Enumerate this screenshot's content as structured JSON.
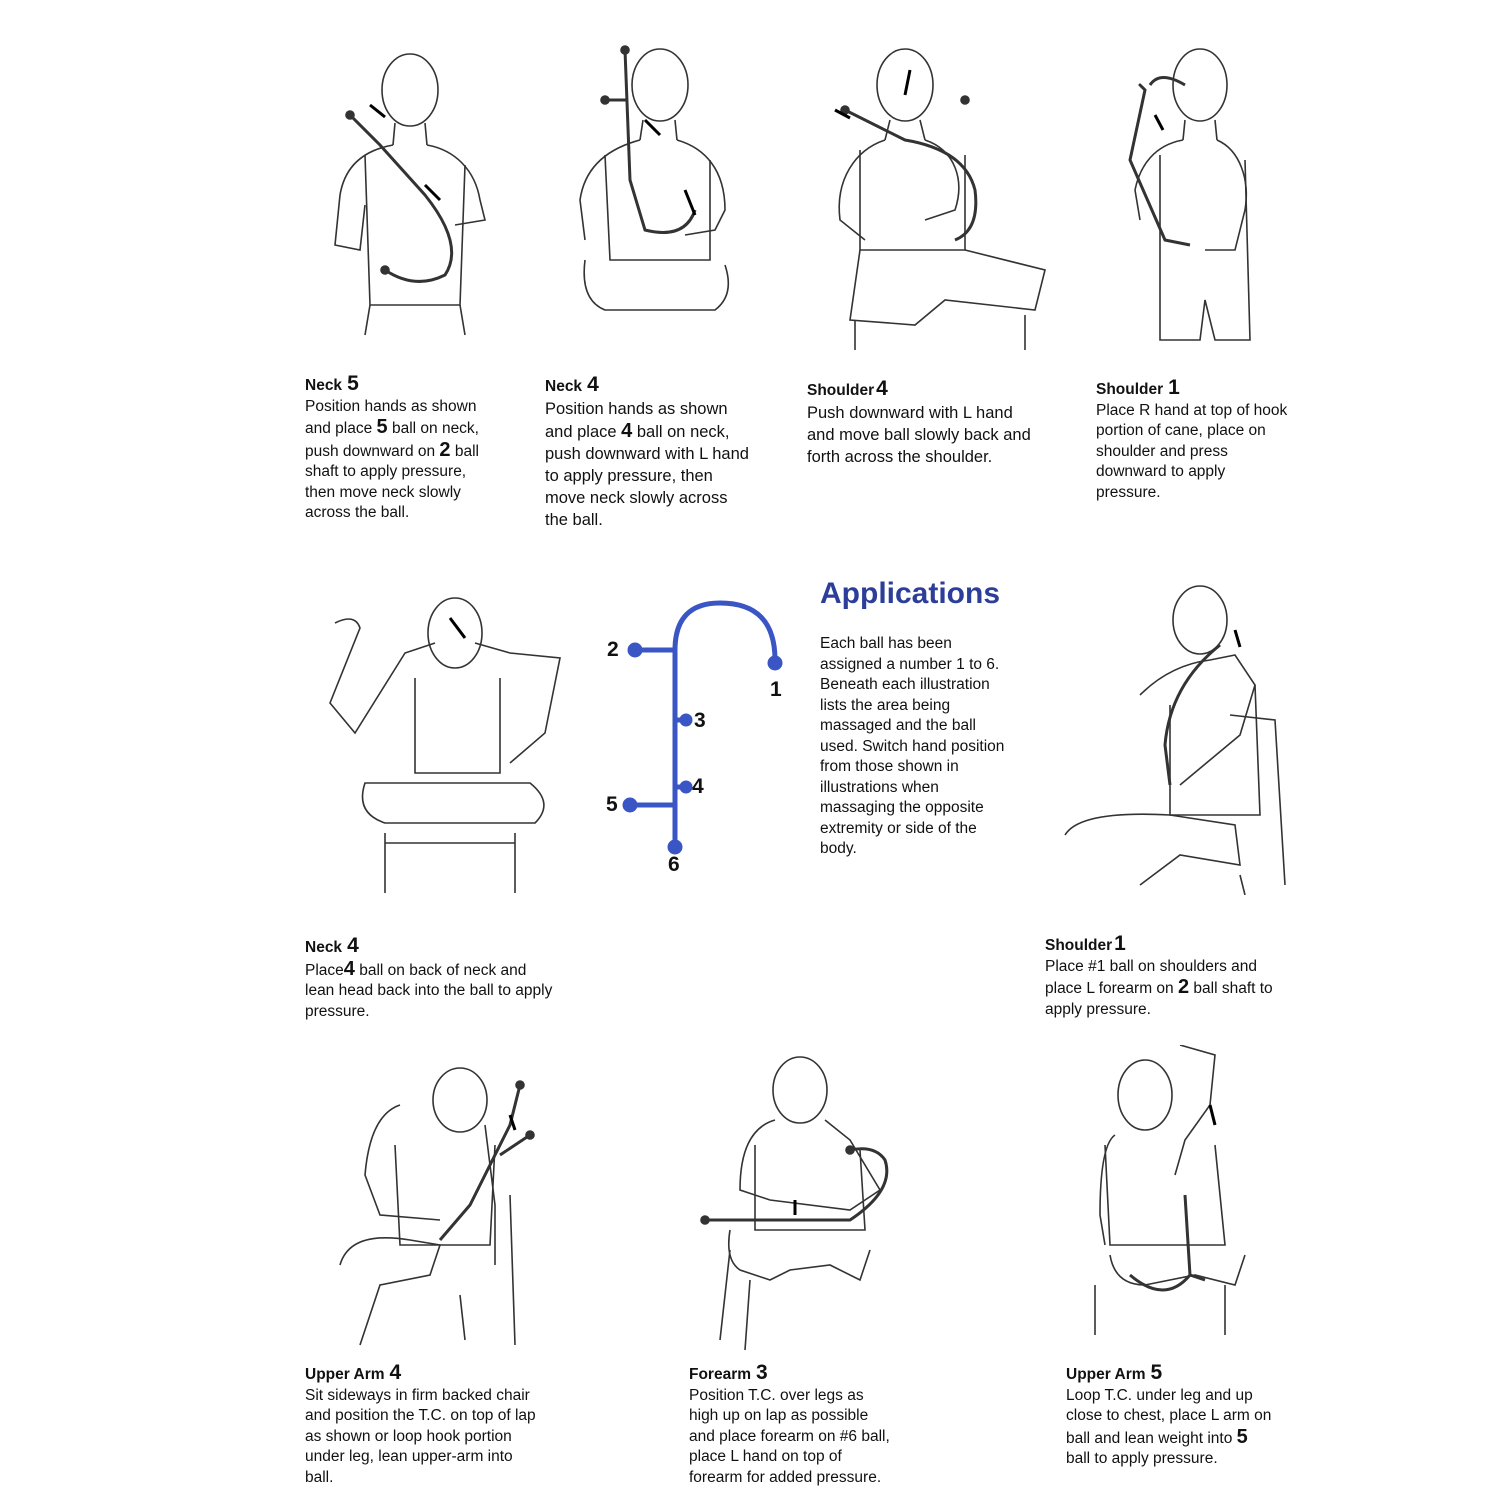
{
  "applications": {
    "title": "Applications",
    "body": "Each ball has been\nassigned a number 1 to 6.\nBeneath each illustration\nlists the area being\nmassaged and the ball\nused. Switch hand position\nfrom those shown in\nillustrations when\nmassaging the opposite\nextremity or side of the\nbody."
  },
  "cane": {
    "color": "#3a56c5",
    "labels": [
      "1",
      "2",
      "3",
      "4",
      "5",
      "6"
    ]
  },
  "cards": [
    {
      "title": "Neck",
      "num": "5",
      "b1": "Position hands as shown\nand place ",
      "n1": "5",
      "b2": " ball on neck,\npush downward on ",
      "n2": "2",
      "b3": " ball\nshaft to apply pressure,\nthen move neck slowly\nacross the ball."
    },
    {
      "title": "Neck",
      "num": "4",
      "b1": "Position hands as shown\nand place ",
      "n1": "4",
      "b2": " ball on neck,\npush downward with L hand\nto apply pressure, then\nmove neck slowly across\nthe ball."
    },
    {
      "title": "Shoulder",
      "num": "4",
      "b1": "Push downward with L hand\nand move ball slowly back and\nforth across the shoulder."
    },
    {
      "title": "Shoulder",
      "num": "1",
      "b1": "Place R hand at top of hook\nportion of cane, place on\nshoulder and press\ndownward to apply\npressure."
    },
    {
      "title": "Neck",
      "num": "4",
      "b1": "Place",
      "n1": "4",
      "b2": " ball on back of neck and\nlean head back into the ball to apply\npressure."
    },
    {
      "title": "Shoulder",
      "num": "1",
      "b1": "Place #1 ball on shoulders and\nplace L forearm on ",
      "n1": "2",
      "b2": " ball shaft to\napply pressure."
    },
    {
      "title": "Upper Arm",
      "num": "4",
      "b1": "Sit sideways in firm backed chair\nand position the T.C. on top of lap\nas shown or loop hook portion\nunder leg, lean upper-arm into\nball."
    },
    {
      "title": "Forearm",
      "num": "3",
      "b1": "Position T.C. over legs as\nhigh up on lap as possible\nand place forearm on #6 ball,\nplace L hand on top of\nforearm for added pressure."
    },
    {
      "title": "Upper Arm",
      "num": "5",
      "b1": "Loop T.C. under leg and up\nclose to chest, place L arm on\nball and lean weight into ",
      "n1": "5",
      "b2": "\nball to apply pressure."
    }
  ]
}
